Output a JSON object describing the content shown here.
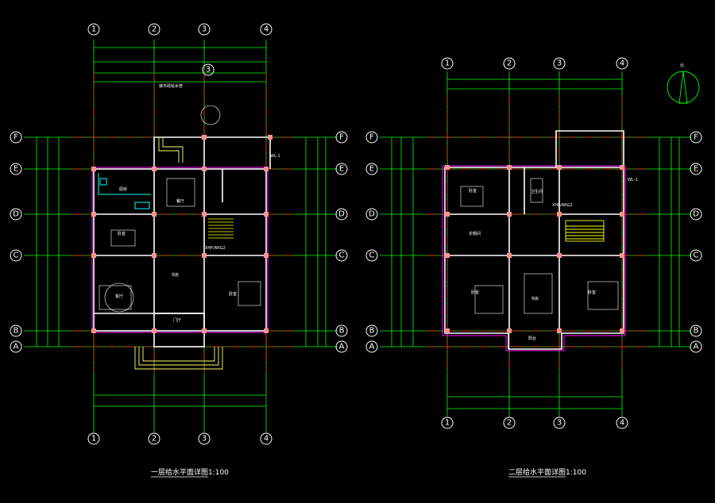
{
  "colors": {
    "background": "#000000",
    "axis_grid": "#ff2020",
    "dimension": "#00ff00",
    "wall": "#ffffff",
    "wall_finish": "#ff00ff",
    "column": "#ff9090",
    "stair": "#ffff00",
    "fixture": "#00ffff",
    "steps": "#ffff66"
  },
  "plans": [
    {
      "id": "floor1",
      "title": "一层给水平面详图",
      "scale": "1:100",
      "col_axes": [
        "1",
        "2",
        "3",
        "4"
      ],
      "row_axes": [
        "F",
        "E",
        "D",
        "C",
        "B",
        "A"
      ],
      "extra_col_axis": "3",
      "rooms": [
        {
          "id": "kitchen",
          "label": "厨房"
        },
        {
          "id": "dining",
          "label": "餐厅"
        },
        {
          "id": "bedroom-nw",
          "label": "卧室"
        },
        {
          "id": "living",
          "label": "客厅"
        },
        {
          "id": "study",
          "label": "书房"
        },
        {
          "id": "bedroom-se",
          "label": "卧室"
        },
        {
          "id": "entry",
          "label": "门厅"
        }
      ],
      "annotations": {
        "riser": "WL-1",
        "stair": "XHF/ARG2",
        "note": "接市政给水管"
      }
    },
    {
      "id": "floor2",
      "title": "二层给水平面详图",
      "scale": "1:100",
      "col_axes": [
        "1",
        "2",
        "3",
        "4"
      ],
      "row_axes": [
        "F",
        "E",
        "D",
        "C",
        "B",
        "A"
      ],
      "rooms": [
        {
          "id": "bedroom-nw",
          "label": "卧室"
        },
        {
          "id": "storage",
          "label": "衣帽间"
        },
        {
          "id": "bath",
          "label": "卫生间"
        },
        {
          "id": "bedroom-sw",
          "label": "卧室"
        },
        {
          "id": "study",
          "label": "书房"
        },
        {
          "id": "bedroom-se",
          "label": "卧室"
        },
        {
          "id": "balcony",
          "label": "阳台"
        }
      ],
      "annotations": {
        "riser": "WL-1",
        "stair": "XHF/ARG2",
        "north": "北"
      }
    }
  ]
}
